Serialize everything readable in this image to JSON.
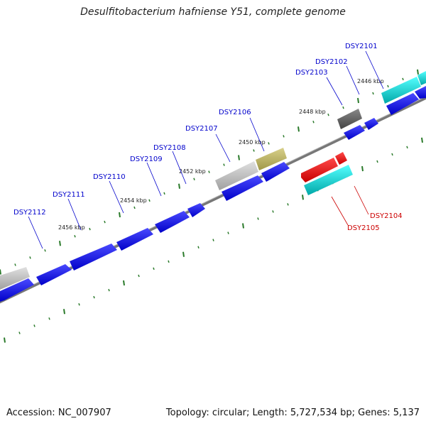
{
  "title": "Desulfitobacterium hafniense Y51, complete genome",
  "footer": {
    "accession": "Accession: NC_007907",
    "topology": "Topology: circular; Length: 5,727,534 bp; Genes: 5,137"
  },
  "colors": {
    "forward_cds": "#0000ee",
    "reverse_cds": "#ee0000",
    "trna": "#00c8c8",
    "gray_feature": "#bbbbbb",
    "dark_feature": "#555555",
    "olive_feature": "#b8b060",
    "backbone": "#888888",
    "tick": "#2a7a2a",
    "forward_label": "#0000cc",
    "reverse_label": "#cc0000"
  },
  "kbp_ticks": [
    "2446 kbp",
    "2448 kbp",
    "2450 kbp",
    "2452 kbp",
    "2454 kbp",
    "2456 kbp"
  ],
  "forward_labels": [
    "DSY2101",
    "DSY2102",
    "DSY2103",
    "DSY2106",
    "DSY2107",
    "DSY2108",
    "DSY2109",
    "DSY2110",
    "DSY2111",
    "DSY2112"
  ],
  "reverse_labels": [
    "DSY2104",
    "DSY2105"
  ]
}
